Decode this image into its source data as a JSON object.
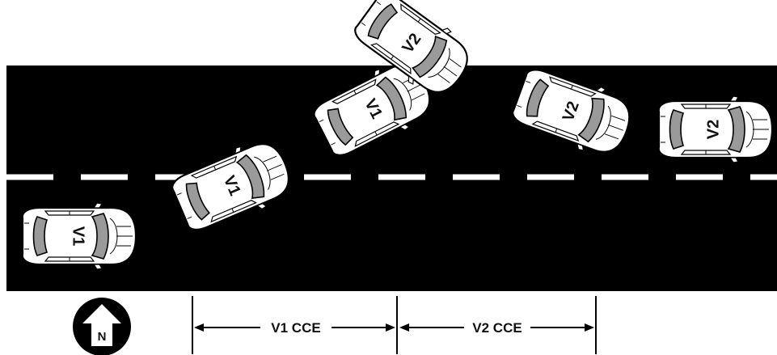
{
  "vehicles": {
    "v1_label": "V1",
    "v2_label": "V2"
  },
  "north_label": "N",
  "dimensions": {
    "v1_cce": "V1 CCE",
    "v2_cce": "V2 CCE"
  },
  "colors": {
    "road": "#000000",
    "lane_marking": "#ffffff",
    "car_body": "#ffffff",
    "car_glass": "#9a9a9a",
    "outline": "#000000"
  }
}
